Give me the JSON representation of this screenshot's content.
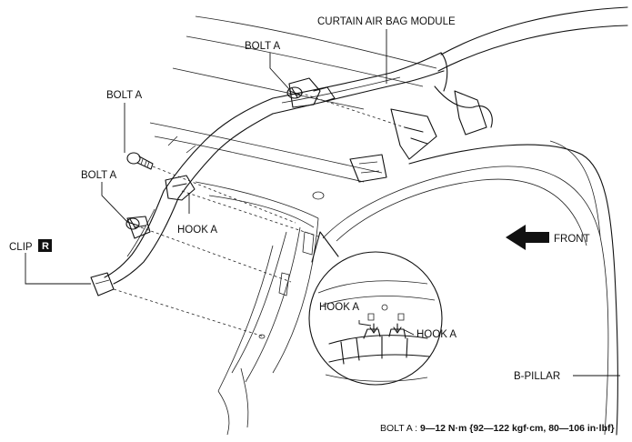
{
  "labels": {
    "curtain_module": "CURTAIN AIR BAG MODULE",
    "bolt_a_top": "BOLT A",
    "bolt_a_left_upper": "BOLT A",
    "bolt_a_left_lower": "BOLT A",
    "hook_a_main": "HOOK A",
    "clip": "CLIP",
    "clip_badge": "R",
    "front": "FRONT",
    "hook_a_detail_left": "HOOK A",
    "hook_a_detail_right": "HOOK A",
    "b_pillar": "B-PILLAR"
  },
  "torque_spec": {
    "label": "BOLT A",
    "separator": " : ",
    "value": "9—12 N·m {92—122 kgf·cm, 80—106 in·lbf}"
  },
  "colors": {
    "ink": "#111111",
    "paper": "#ffffff"
  }
}
